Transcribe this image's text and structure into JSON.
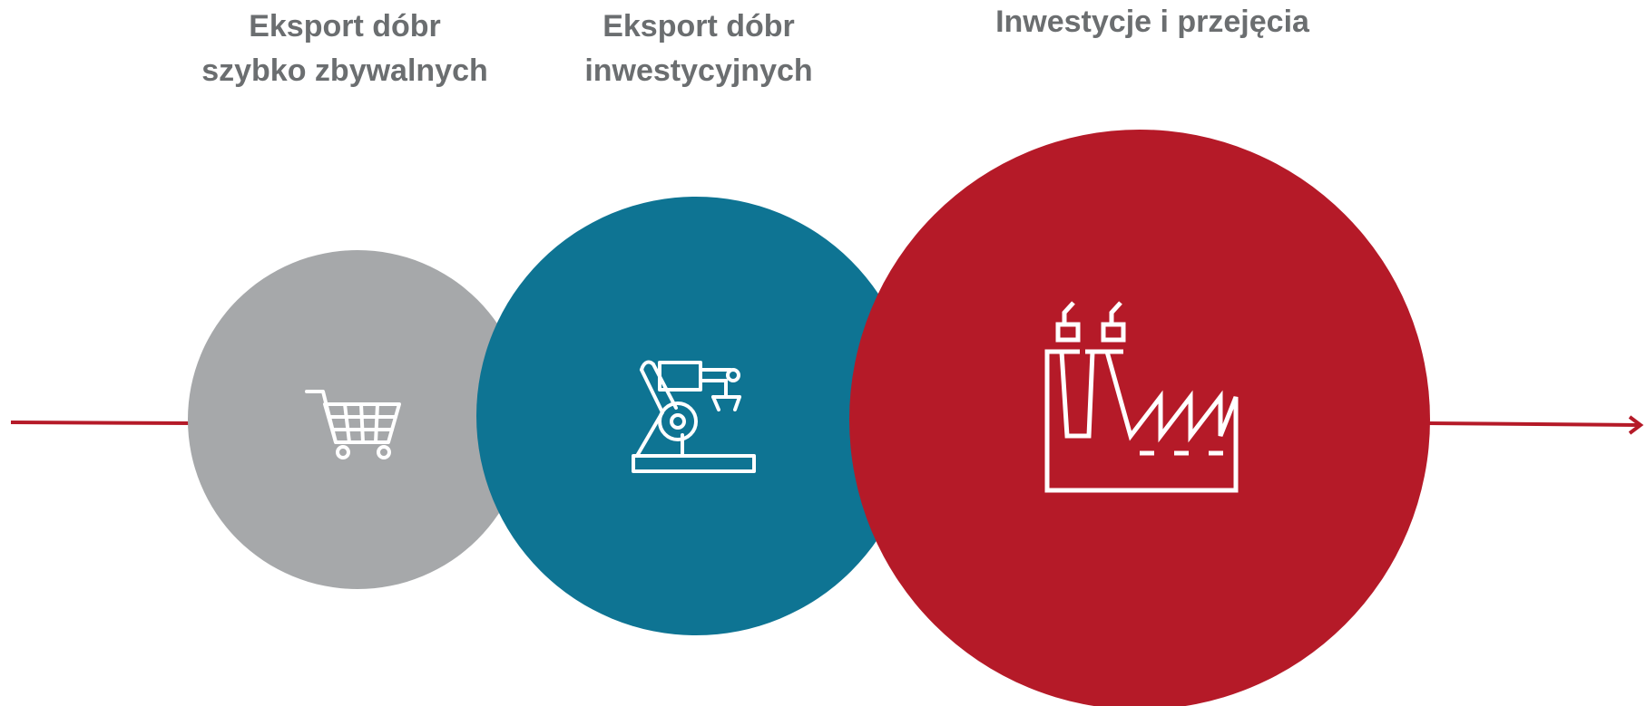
{
  "diagram": {
    "stages": [
      {
        "label": "Eksport dóbr\nszybko zbywalnych",
        "icon": "shopping-cart-icon",
        "color": "#a6a8aa"
      },
      {
        "label": "Eksport dóbr\ninwestycyjnych",
        "icon": "robotic-arm-icon",
        "color": "#0e7493"
      },
      {
        "label": "Inwestycje i przejęcia",
        "icon": "factory-icon",
        "color": "#b51a28"
      }
    ],
    "line_color": "#b51a28"
  }
}
